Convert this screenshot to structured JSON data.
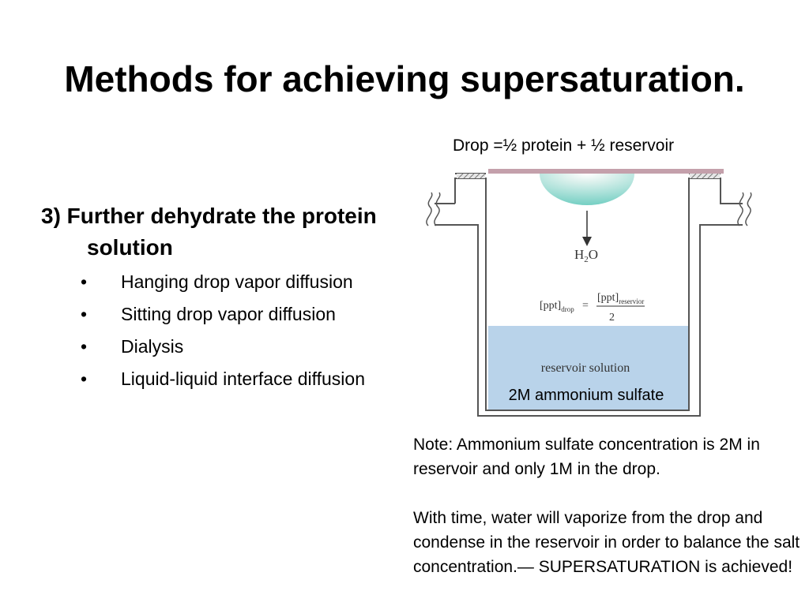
{
  "slide": {
    "title": "Methods for achieving supersaturation."
  },
  "left": {
    "heading": "3) Further dehydrate the protein solution",
    "bullet_glyph": "•",
    "bullets": [
      "Hanging drop vapor diffusion",
      "Sitting drop vapor diffusion",
      "Dialysis",
      "Liquid-liquid interface diffusion"
    ]
  },
  "diagram": {
    "caption": "Drop =½ protein + ½ reservoir",
    "water_label_h": "H",
    "water_label_sub": "2",
    "water_label_o": "O",
    "eq_lhs": "[ppt]",
    "eq_lhs_sub": "drop",
    "eq_equals": "=",
    "eq_num": "[ppt]",
    "eq_num_sub": "reservior",
    "eq_den": "2",
    "reservoir_label": "reservoir solution",
    "concentration_label": "2M ammonium sulfate",
    "colors": {
      "reservoir": "#b9d3ea",
      "drop": "#74cfc3",
      "cover_slip": "#c4a0ab",
      "wall": "#555555"
    }
  },
  "note": {
    "paragraph1": "Note: Ammonium sulfate concentration is 2M in reservoir and only 1M in the drop.",
    "paragraph2": "With time, water will vaporize from the drop and condense in the reservoir in order to balance the salt concentration.— SUPERSATURATION is achieved!"
  }
}
